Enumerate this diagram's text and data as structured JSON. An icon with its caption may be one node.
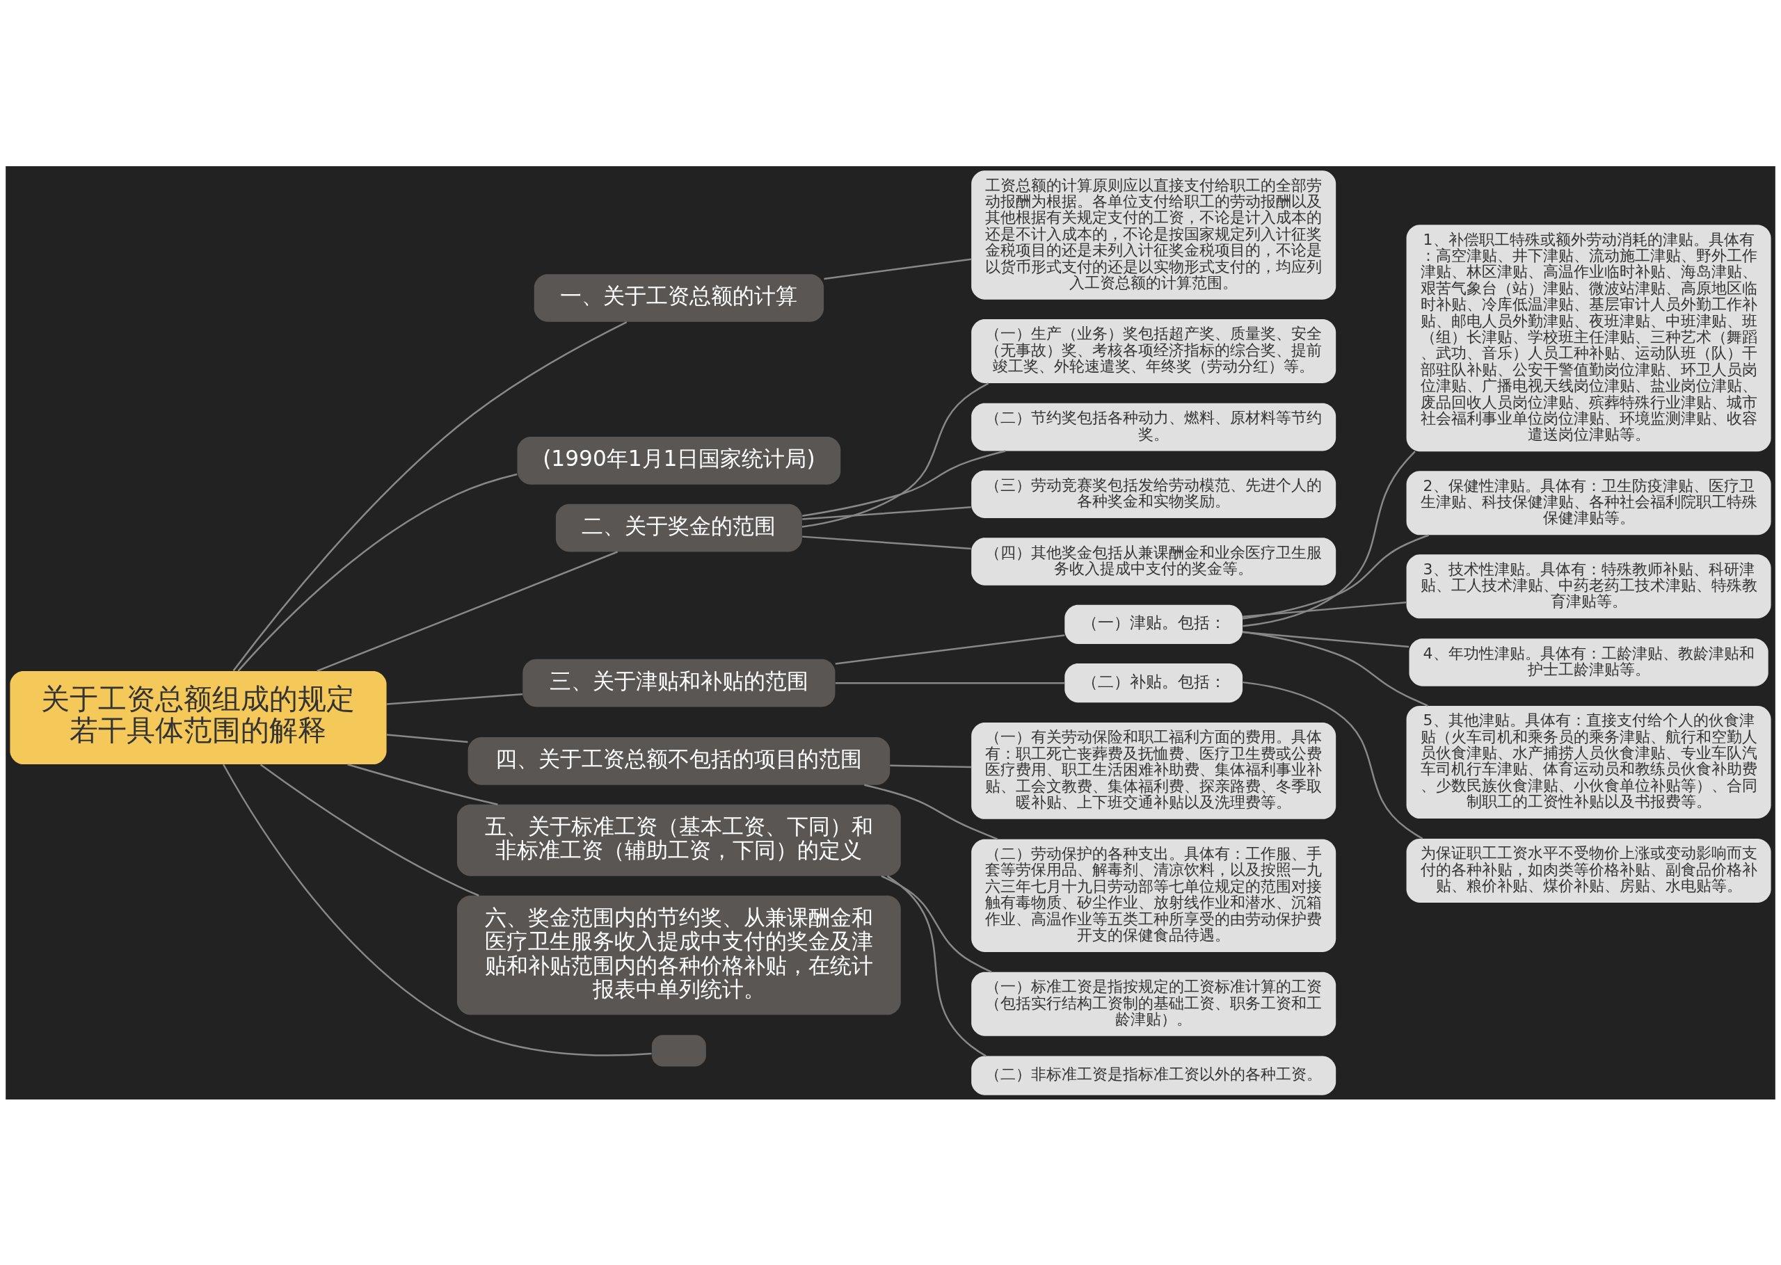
{
  "diagram": {
    "nodes": [
      {
        "text": [
          "关于工资总额组成的规定若干具体范围的解释"
        ]
      },
      {
        "text": [
          "一、关于工资总额的计算"
        ]
      },
      {
        "text": [
          "工资总额的计算原则应以直接支付给职工的全部劳动报酬为根据。各单位支付给职工的劳动报酬以及其他根据有关规定支付的工资，不论是计入成本的还是不计入成本的，不论是按国家规定列入计征奖金税项目的还是未列入计征奖金税项目的，不论是以货币形式支付的还是以实物形式支付的，均应列入工资总额的计算范围。"
        ]
      },
      {
        "text": [
          "(1990年1月1日国家统计局)"
        ]
      },
      {
        "text": [
          "二、关于奖金的范围"
        ]
      },
      {
        "text": [
          "（一）生产（业务）奖包括超产奖、质量奖、安全（无事故）奖、考核各项经济指标的综合奖、提前竣工奖、外轮速遣奖、年终奖（劳动分红）等。"
        ]
      },
      {
        "text": [
          "（二）节约奖包括各种动力、燃料、原材料等节约奖。"
        ]
      },
      {
        "text": [
          "（三）劳动竞赛奖包括发给劳动模范、先进个人的各种奖金和实物奖励。"
        ]
      },
      {
        "text": [
          "（四）其他奖金包括从兼课酬金和业余医疗卫生服务收入提成中支付的奖金等。"
        ]
      },
      {
        "text": [
          "三、关于津贴和补贴的范围"
        ]
      },
      {
        "text": [
          "（一）津贴。包括："
        ]
      },
      {
        "text": [
          "1、补偿职工特殊或额外劳动消耗的津贴。具体有：高空津贴、井下津贴、流动施工津贴、野外工作津贴、林区津贴、高温作业临时补贴、海岛津贴、艰苦气象台（站）津贴、微波站津贴、高原地区临时补贴、冷库低温津贴、基层审计人员外勤工作补贴、邮电人员外勤津贴、夜班津贴、中班津贴、班（组）长津贴、学校班主任津贴、三种艺术（舞蹈、武功、音乐）人员工种补贴、运动队班（队）干部驻队补贴、公安干警值勤岗位津贴、环卫人员岗位津贴、广播电视天线岗位津贴、盐业岗位津贴、废品回收人员岗位津贴、殡葬特殊行业津贴、城市社会福利事业单位岗位津贴、环境监测津贴、收容遣送岗位津贴等。"
        ]
      },
      {
        "text": [
          "2、保健性津贴。具体有：卫生防疫津贴、医疗卫生津贴、科技保健津贴、各种社会福利院职工特殊保健津贴等。"
        ]
      },
      {
        "text": [
          "3、技术性津贴。具体有：特殊教师补贴、科研津贴、工人技术津贴、中药老药工技术津贴、特殊教育津贴等。"
        ]
      },
      {
        "text": [
          "4、年功性津贴。具体有：工龄津贴、教龄津贴和护士工龄津贴等。"
        ]
      },
      {
        "text": [
          "5、其他津贴。具体有：直接支付给个人的伙食津贴（火车司机和乘务员的乘务津贴、航行和空勤人员伙食津贴、水产捕捞人员伙食津贴、专业车队汽车司机行车津贴、体育运动员和教练员伙食补助费、少数民族伙食津贴、小伙食单位补贴等）、合同制职工的工资性补贴以及书报费等。"
        ]
      },
      {
        "text": [
          "（二）补贴。包括："
        ]
      },
      {
        "text": [
          "为保证职工工资水平不受物价上涨或变动影响而支付的各种补贴，如肉类等价格补贴、副食品价格补贴、粮价补贴、煤价补贴、房贴、水电贴等。"
        ]
      },
      {
        "text": [
          "四、关于工资总额不包括的项目的范围"
        ]
      },
      {
        "text": [
          "（一）有关劳动保险和职工福利方面的费用。具体有：职工死亡丧葬费及抚恤费、医疗卫生费或公费医疗费用、职工生活困难补助费、集体福利事业补贴、工会文教费、集体福利费、探亲路费、冬季取暖补贴、上下班交通补贴以及洗理费等。"
        ]
      },
      {
        "text": [
          "（二）劳动保护的各种支出。具体有：工作服、手套等劳保用品、解毒剂、清凉饮料，以及按照一九六三年七月十九日劳动部等七单位规定的范围对接触有毒物质、矽尘作业、放射线作业和潜水、沉箱作业、高温作业等五类工种所享受的由劳动保护费开支的保健食品待遇。"
        ]
      },
      {
        "text": [
          "五、关于标准工资（基本工资、下同）和非标准工资（辅助工资，下同）的定义"
        ]
      },
      {
        "text": [
          "（一）标准工资是指按规定的工资标准计算的工资（包括实行结构工资制的基础工资、职务工资和工龄津贴）。"
        ]
      },
      {
        "text": [
          "（二）非标准工资是指标准工资以外的各种工资。"
        ]
      },
      {
        "text": [
          "六、奖金范围内的节约奖、从兼课酬金和医疗卫生服务收入提成中支付的奖金及津贴和补贴范围内的各种价格补贴，在统计报表中单列统计。"
        ]
      },
      {
        "text": [],
        "shape": "box"
      }
    ],
    "edges": [
      {
        "from": 0,
        "to": 1,
        "arrow": "none"
      },
      {
        "from": 1,
        "to": 2,
        "arrow": "none"
      },
      {
        "from": 0,
        "to": 3,
        "arrow": "none"
      },
      {
        "from": 0,
        "to": 4,
        "arrow": "none"
      },
      {
        "from": 4,
        "to": 5,
        "arrow": "none"
      },
      {
        "from": 4,
        "to": 6,
        "arrow": "none"
      },
      {
        "from": 4,
        "to": 7,
        "arrow": "none"
      },
      {
        "from": 4,
        "to": 8,
        "arrow": "none"
      },
      {
        "from": 0,
        "to": 9,
        "arrow": "none"
      },
      {
        "from": 9,
        "to": 10,
        "arrow": "none"
      },
      {
        "from": 10,
        "to": 11,
        "arrow": "none"
      },
      {
        "from": 10,
        "to": 12,
        "arrow": "none"
      },
      {
        "from": 10,
        "to": 13,
        "arrow": "none"
      },
      {
        "from": 10,
        "to": 14,
        "arrow": "none"
      },
      {
        "from": 10,
        "to": 15,
        "arrow": "none"
      },
      {
        "from": 9,
        "to": 16,
        "arrow": "none"
      },
      {
        "from": 16,
        "to": 17,
        "arrow": "none"
      },
      {
        "from": 0,
        "to": 18,
        "arrow": "none"
      },
      {
        "from": 18,
        "to": 19,
        "arrow": "none"
      },
      {
        "from": 18,
        "to": 20,
        "arrow": "none"
      },
      {
        "from": 0,
        "to": 21,
        "arrow": "none"
      },
      {
        "from": 21,
        "to": 22,
        "arrow": "none"
      },
      {
        "from": 21,
        "to": 23,
        "arrow": "none"
      },
      {
        "from": 0,
        "to": 24,
        "arrow": "none"
      },
      {
        "from": 0,
        "to": 25,
        "arrow": "none"
      }
    ]
  }
}
